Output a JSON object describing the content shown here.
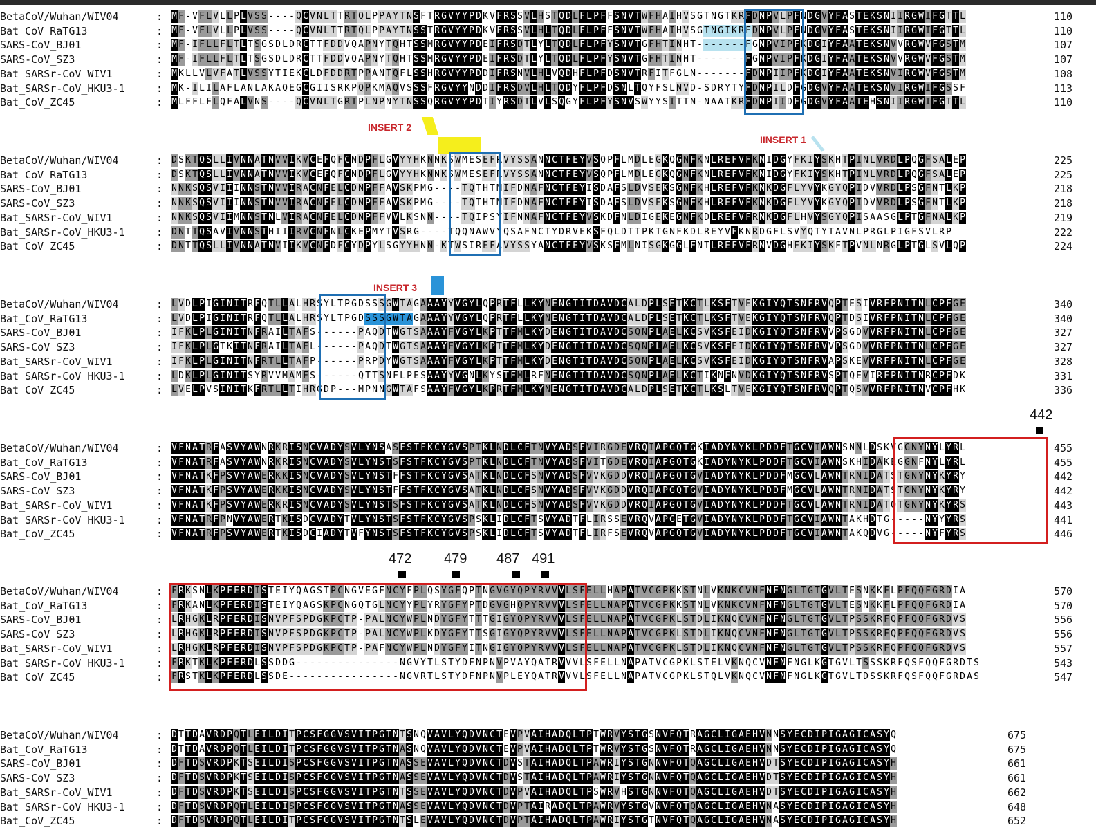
{
  "names": [
    "BetaCoV/Wuhan/WIV04",
    "Bat_CoV_RaTG13",
    "SARS-CoV_BJ01",
    "SARS-CoV_SZ3",
    "Bat_SARSr-CoV_WIV1",
    "Bat_SARSr-CoV_HKU3-1",
    "Bat_CoV_ZC45"
  ],
  "blocks": [
    {
      "ends": [
        "110",
        "110",
        "107",
        "107",
        "108",
        "113",
        "110"
      ],
      "seqs": [
        "MF-VFLVLLPLVSS----QCVNLTTRTQLPPAYTNSFTRGVYYPDKVFRSSVLHSTQDLFLPFFSNVTWFHAIHVSGTNGTKRFDNPVLPFNDGVYFASTEKSNIIRGWIFGTTL",
        "MF-VFLVLLPLVSS----QCVNLTTRTQLPPAYTNSSTRGVYYPDKVFRSSVLHLTQDLFLPFFSNVTWFHAIHVSGTNGIKRFDNPVLPFNDGVYFASTEKSNIIRGWIFGTTL",
        "MF-IFLLFLTLTSGSDLDRCTTFDDVQAPNYTQHTSSMRGVYYPDEIFRSDTLYLTQDLFLPFYSNVTGFHTINHT-------FGNPVIPFKDGIYFAATEKSNVVRGWVFGSTM",
        "MF-IFLLFLTLTSGSDLDRCTTFDDVQAPNYTQHTSSMRGVYYPDEIFRSDTLYLTQDLFLPFYSNVTGFHTINHT-------FGNPVIPFKDGIYFAATEKSNVVRGWVFGSTM",
        "MKLLVLVFATLVSSYTIEKCLDFDDRTPPANTQFLSSHRGVYYPDDIFRSNVLHLVQDHFLPFDSNVTRFITFGLN-------FDNPIIPFKDGIYFAATEKSNVIRGWVFGSTM",
        "MK-ILILAFLANLAKAQEGCGIISRKPQPKMAQVSSSFRGVYYNDDIFRSDVLHLTQDYFLPFDSNLTQYFSLNVD-SDRYTYFDNPILDFGDGVYFAATEKSNVIRGWIFGSSF",
        "MLFFLFLQFALVNS----QCVNLTGRTPLNPNYTNSSQRGVYYPDTIYRSDTLVLSQGYFLPFYSNVSWYYSITTN-NAATKRFDNPIIDFGDGVYFAATEHSNIIRGWIFGTTL"
      ]
    },
    {
      "ends": [
        "225",
        "225",
        "218",
        "218",
        "219",
        "222",
        "224"
      ],
      "seqs": [
        "DSKTQSLLIVNNATNVVIKVCEFQFCNDPFLGVYYHKNNKSWMESEFRVYSSANNCTFEYVSQPFLMDLEGKQGNFKNLREFVFKNIDGYFKIYSKHTPINLVRDLPQGFSALEP",
        "DSKTQSLLIVNNATNVVIKVCEFQFCNDPFLGVYYHKNNKSWMESEFRVYSSANNCTFEYVSQPFLMDLEGKQGNFKNLREFVFKNIDGYFKIYSKHTPINLVRDLPQGFSALEP",
        "NNKSQSVIIINNSTNVVIRACNFELCDNPFFAVSKPMG----TQTHTMIFDNAFNCTFEYISDAFSLDVSEKSGNFKHLREFVFKNKDGFLYVYKGYQPIDVVRDLPSGFNTLKP",
        "NNKSQSVIIINNSTNVVIRACNFELCDNPFFAVSKPMG----TQTHTMIFDNAFNCTFEYISDAFSLDVSEKSGNFKHLREFVFKNKDGFLYVYKGYQPIDVVRDLPSGFNTLKP",
        "NNKSQSVIIMNNSTNLVIRACNFELCDNPFFVVLKSNN----TQIPSYIFNNAFNCTFEYVSKDFNLDIGEKEGNFKDLREFVFRNKDGFLHVYSGYQPISAASGLPTGFNALKP",
        "DNTTQSAVIVNNSTHIIIRVCNFNLCKEPMYTVSRG----TQQNAWVYQSAFNCTYDRVEKSFQLDTTPKTGNFKDLREYVFKNRDGFLSVYQTYTAVNLPRGLPIGFSVLRP",
        "DNTTQSLLIVNNATNVIIKVCNFDFCYDPYLSGYYHNN-KTWSIREFAVYSSYANCTFEYVSKSFMLNISGKGGLFNTLREFVFRNVDGHFKIYSKFTPVNLNRGLPTGLSVLQP"
      ]
    },
    {
      "ends": [
        "340",
        "340",
        "327",
        "327",
        "328",
        "331",
        "336"
      ],
      "seqs": [
        "LVDLPIGINITRFQTLLALHRSYLTPGDSSSGWTAGAAAYYVGYLQPRTFLLKYNENGTITDAVDCALDPLSETKCTLKSFTVEKGIYQTSNFRVQPTESIVRFPNITNLCPFGE",
        "LVDLPIGINITRFQTLLALHRSYLTPGDSSSGWTAGAAAYYVGYLQPRTFLLKYNENGTITDAVDCALDPLSETKCTLKSFTVEKGIYQTSNFRVQPTDSIVRFPNITNLCPFGE",
        "IFKLPLGINITNFRAILTAFS------PAQDTWGTSAAAYFVGYLKPTTFMLKYDENGTITDAVDCSQNPLAELKCSVKSFEIDKGIYQTSNFRVVPSGDVVRFPNITNLCPFGE",
        "IFKLPLGTKITNFRAILTAFL------PAQDTWGTSAAAYFVGYLKPTTFMLKYDENGTITDAVDCSQNPLAELKCSVKSFEIDKGIYQTSNFRVVPSGDVVRFPNITNLCPFGE",
        "IFKLPLGINITNFRTLLTAFP------PRPDYWGTSAAAYFVGYLKPTTFMLKYDENGTITDAVDCSQNPLAELKCSVKSFEIDKGIYQTSNFRVAPSKEVVRFPNITNLCPFGE",
        "LDKLPLGINITSYRVVMAMFS------QTTSNFLPESAAYYVGNLKYSTFMLRFNENGTITDAVDCSQNPLAELKCTIKNFNVDKGIYQTSNFRVSPTQEVIRFPNITNRCPFDK",
        "LVELPVSINITKFRTLLTIHRGDP---MPNNGWTAFSAAYFVGYLKPRTFMLKYNENGTITDAVDCALDPLSETKCTLKSLTVEKGIYQTSNFRVQPTQSVVRFPNITNVCPFHK"
      ]
    },
    {
      "ends": [
        "455",
        "455",
        "442",
        "442",
        "443",
        "441",
        "446"
      ],
      "seqs": [
        "VFNATRFASVYAWNRKRISNCVADYSVLYNSASFSTFKCYGVSPTKLNDLCFTNVYADSFVIRGDEVRQIAPGQTGKIADYNYKLPDDFTGCVIAWNSNNLDSKVGGNYNYLYRL",
        "VFNATRFASVYAWNRKRISNCVADYSVLYNSTSFSTFKCYGVSPTKLNDLCFTNVYADSFVITGDEVRQIAPGQTGKIADYNYKLPDDFTGCVIAWNSKHIDAKEGGNFNYLYRL",
        "VFNATKFPSVYAWERKKISNCVADYSVLYNSTFFSTFKCYGVSATKLNDLCFSNVYADSFVVKGDDVRQIAPGQTGVIADYNYKLPDDFMGCVLAWNTRNIDATSTGNYNYKYRY",
        "VFNATKFPSVYAWERKKISNCVADYSVLYNSTFFSTFKCYGVSATKLNDLCFSNVYADSFVVKGDDVRQIAPGQTGVIADYNYKLPDDFMGCVLAWNTRNIDATSTGNYNYKYRY",
        "VFNATKFPSVYAWERKRISNCVADYSVLYNSTSFSTFKCYGVSATKLNDLCFSNVYADSFVVKGDDVRQIAPGQTGVIADYNYKLPDDFTGCVLAWNTRNIDATQTGNYNYKYRS",
        "VFNATRFPNVYAWERTKISDCVADYTVLYNSTSFSTFKCYGVSPSKLIDLCFTSVYADTFLIRSSEVRQVAPGETGVIADYNYKLPDDFTGCVIAWNTAKHDTG-----NYYYRS",
        "VFNATRFPSVYAWERTKISDCIADYTVFYNSTSFSTFKCYGVSPSKLIDLCFTSVYADTFLIRFSEVRQVAPGQTGVIADYNYKLPDDFTGCVIAWNTAKQDVG-----NYFYRS"
      ]
    },
    {
      "ends": [
        "570",
        "570",
        "556",
        "556",
        "557",
        "543",
        "547"
      ],
      "seqs": [
        "FRKSNLKPFERDISTEIYQAGSTPCNGVEGFNCYFPLQSYGFQPTNGVGYQPYRVVVLSFELLHAPATVCGPKKSTNLVKNKCVNFNFNGLTGTGVLTESNKKFLPFQQFGRDIA",
        "FRKANLKPFERDISTEIYQAGSKPCNGQTGLNCYYPLYRYGFYPTDGVGHQPYRVVVLSFELLNAPATVCGPKKSTNLVKNKCVNFNFNGLTGTGVLTESNKKFLPFQQFGRDIA",
        "LRHGKLRPFERDISNVPFSPDGKPCTP-PALNCYWPLNDYGFYTTTGIGYQPYRVVVLSFELLNAPATVCGPKLSTDLIKNQCVNFNFNGLTGTGVLTPSSKRFQPFQQFGRDVS",
        "LRHGKLRPFERDISNVPFSPDGKPCTP-PALNCYWPLKDYGFYTTSGIGYQPYRVVVLSFELLNAPATVCGPKLSTDLIKNQCVNFNFNGLTGTGVLTPSSKRFQPFQQFGRDVS",
        "LRHGKLRPFERDISNVPFSPDGKPCTP-PAFNCYWPLNDYGFYITNGIGYQPYRVVVLSFELLNAPATVCGPKLSTDLIKNQCVNFNFNGLTGTGVLTPSSKRFQPFQQFGRDVS",
        "FRKTKLKPFERDLSSDDG---------------NGVYTLSTYDFNPNVPVAYQATRVVVLSFELLNAPATVCGPKLSTELVKNQCVNFNFNGLKGTGVLTSSSKRFQSFQQFGRDTS",
        "FRSTKLKPFERDLSSDE----------------NGVRTLSTYDFNPNVPLEYQATRVVVLSFELLNAPATVCGPKLSTQLVKNQCVNFNFNGLKGTGVLTDSSKRFQSFQQFGRDAS"
      ]
    },
    {
      "ends": [
        "675",
        "675",
        "661",
        "661",
        "662",
        "648",
        "652"
      ],
      "seqs": [
        "DTTDAVRDPQTLEILDITPCSFGGVSVITPGTNTSNQVAVLYQDVNCTEVPVAIHADQLTPTWRVYSTGSNVFQTRAGCLIGAEHVNNSYECDIPIGAGICASYQ",
        "DTTDAVRDPQTLEILDITPCSFGGVSVITPGTNASNQVAVLYQDVNCTEVPVAIHADQLTPTWRVYSTGSNVFQTRAGCLIGAEHVNNSYECDIPIGAGICASYQ",
        "DFTDSVRDPKTSEILDISPCSFGGVSVITPGTNASSEVAVLYQDVNCTDVSTAIHADQLTPAWRIYSTGNNVFQTQAGCLIGAEHVDTSYECDIPIGAGICASYH",
        "DFTDSVRDPKTSEILDISPCSFGGVSVITPGTNASSEVAVLYQDVNCTDVSTAIHADQLTPAWRIYSTGNNVFQTQAGCLIGAEHVDTSYECDIPIGAGICASYH",
        "DFTDSVRDPKTSEILDISPCSFGGVSVITPGTNTSSEVAVLYQDVNCTDVPVAIHADQLTPSWRVHSTGNNVFQTQAGCLIGAEHVDTSYECDIPIGAGICASYH",
        "DFTDSVRDPQTLEILDISPCSFGGVSVITPGTNASSEVAVLYQDVNCTDVPTAIRADQLTPAWRVYSTGVNVFQTQAGCLIGAEHVNASYECDIPIGAGICASYH",
        "DFTDSVRDPQTLEILDITPCSFGGVSVITPGTNTSLEVAVLYQDVNCTDVPTAIHADQLTPAWRIYSTGTNVFQTQAGCLIGAEHVNASYECDIPIGAGICASYH"
      ]
    }
  ],
  "annotations": {
    "insert_1": "IINSERT 1",
    "insert_2": "INSERT 2",
    "insert_3": "INSERT 3",
    "pos_442": "442",
    "pos_472": "472",
    "pos_479": "479",
    "pos_487": "487",
    "pos_491": "491"
  },
  "colors": {
    "conserved": "#000000",
    "mostly_conserved": "#9a9a9a",
    "partly_conserved": "#d4d4d4",
    "insert_box": "#1f6fb3",
    "rbd_box": "#d31f1f",
    "insert_label": "#c8262b",
    "insert1_highlight": "#b8e2ef",
    "insert2_highlight": "#f5ee1c",
    "insert3_highlight": "#2a93d8"
  }
}
